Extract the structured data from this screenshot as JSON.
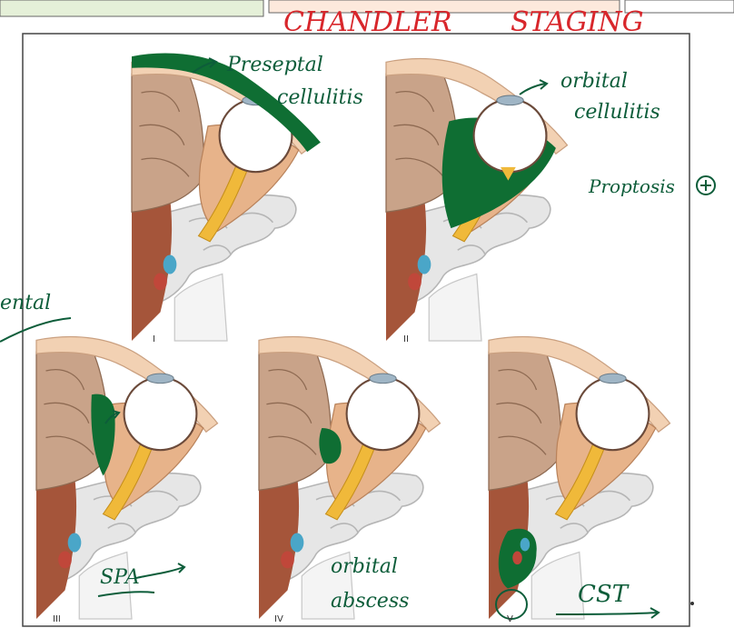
{
  "header": {
    "title_word1": "CHANDLER",
    "title_word2": "STAGING"
  },
  "colors": {
    "ink_red": "#d8262b",
    "ink_green": "#0d5d3a",
    "pus_green": "#0f6e33",
    "soft_tissue": "#f2d1b3",
    "sinus_tan": "#c9a389",
    "bone_brown": "#a5553a",
    "muscle": "#e7b38a",
    "nerve_yellow": "#f0b93a",
    "vessel_blue": "#4aa6c8",
    "vessel_red": "#c0473a",
    "brain_gray": "#e6e6e6"
  },
  "panels": [
    {
      "numeral": "I",
      "annotation_lines": [
        "Preseptal",
        "cellulitis"
      ]
    },
    {
      "numeral": "II",
      "annotation_lines": [
        "orbital",
        "cellulitis"
      ],
      "extra_note": "Proptosis"
    },
    {
      "numeral": "III",
      "annotation_lines": [
        "SPA"
      ],
      "margin_note": "ental"
    },
    {
      "numeral": "IV",
      "annotation_lines": [
        "orbital",
        "abscess"
      ]
    },
    {
      "numeral": "V",
      "annotation_lines": [
        "CST"
      ]
    }
  ],
  "icons": [
    "arrow-icon",
    "circle-plus-icon",
    "circle-marker-icon"
  ]
}
